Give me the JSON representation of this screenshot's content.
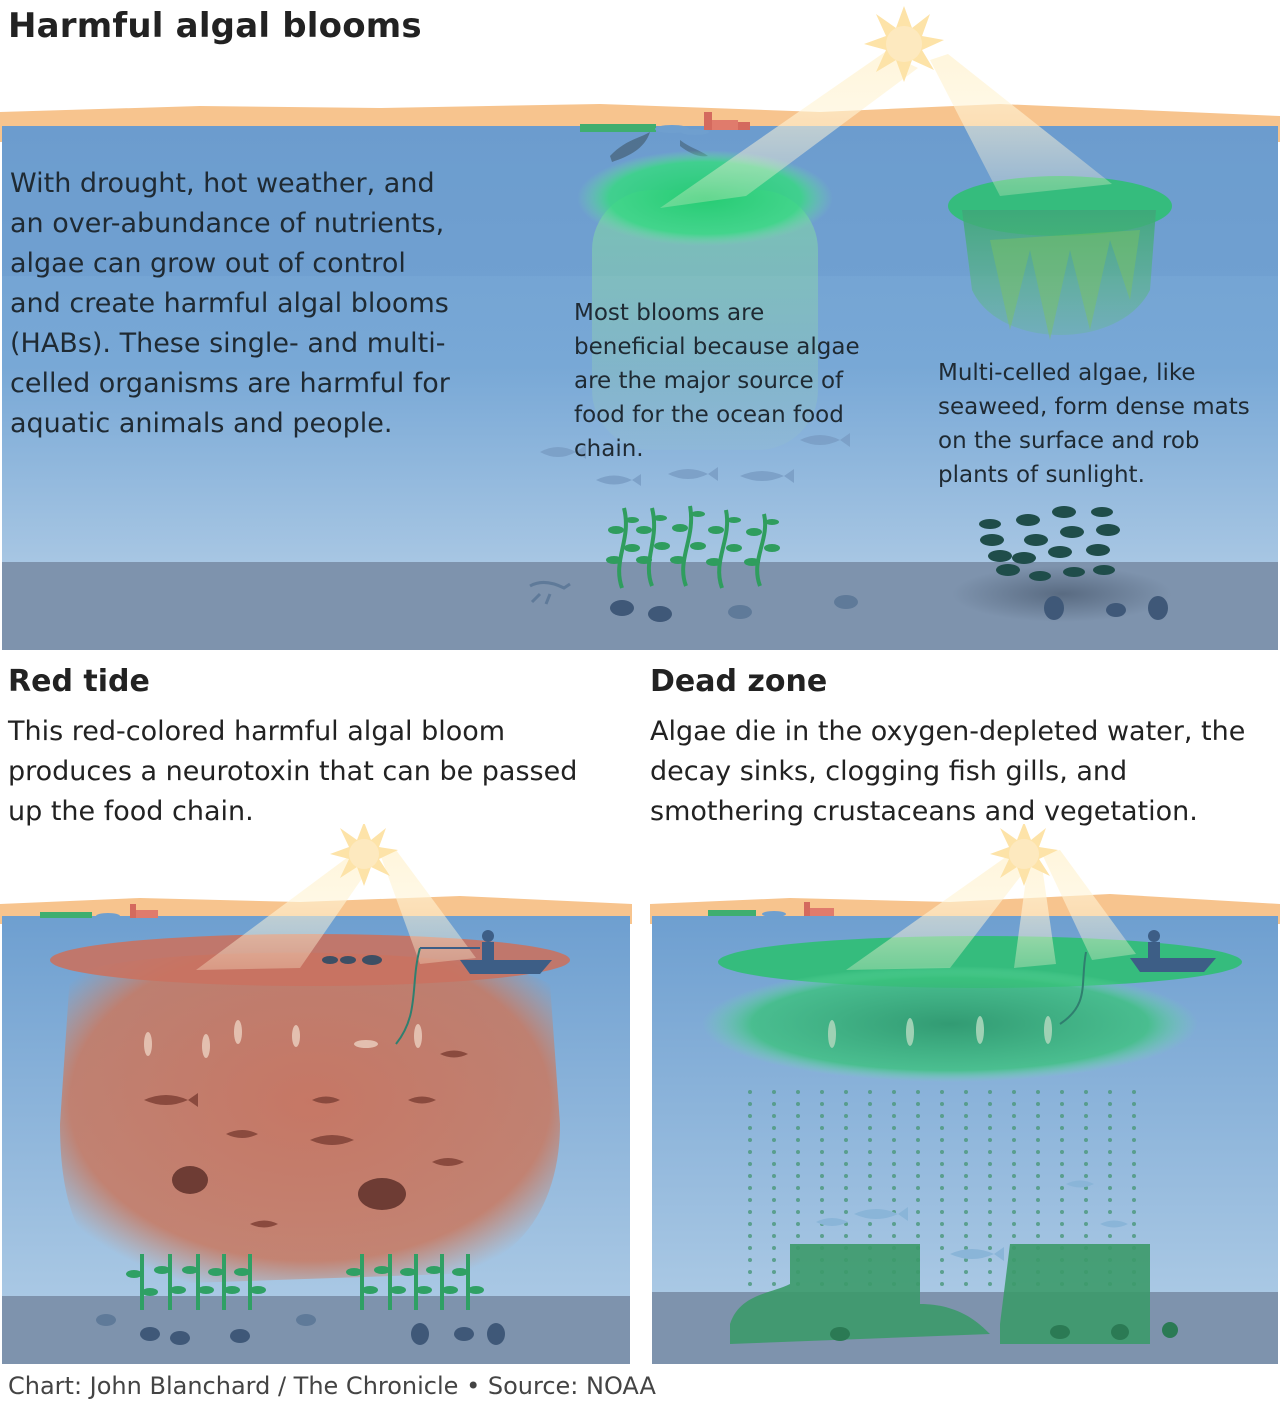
{
  "title": "Harmful algal blooms",
  "intro_text": "With drought, hot weather, and an over-abundance of nutrients, algae can grow out of control and create harmful algal blooms (HABs). These single- and multi-celled organisms are harmful for aquatic animals and people.",
  "caption_beneficial": "Most blooms are beneficial because algae are the major source of food for the ocean food chain.",
  "caption_multicelled": "Multi-celled algae, like seaweed, form dense mats on the surface and rob plants of sunlight.",
  "red_tide": {
    "heading": "Red tide",
    "description": "This red-colored harmful algal bloom produces a neurotoxin that can be passed up the food chain."
  },
  "dead_zone": {
    "heading": "Dead zone",
    "description": "Algae die in the oxygen-depleted water, the decay sinks, clogging fish gills, and smothering crustaceans and vegetation."
  },
  "credit": "Chart: John Blanchard / The Chronicle • Source: NOAA",
  "colors": {
    "sand": "#f7c48e",
    "water_top": "#6f9fcf",
    "water_bottom": "#a3c4e2",
    "sea_floor": "#7f93ad",
    "algae_green": "#33d27a",
    "red_tide": "#c9745f",
    "sun": "#fde7b5"
  },
  "icons": [
    "sun-icon",
    "farm-icon",
    "fish-icon",
    "crab-icon",
    "shrimp-icon",
    "turtle-icon",
    "duck-icon",
    "boat-icon",
    "seaweed-icon",
    "rock-icon"
  ]
}
